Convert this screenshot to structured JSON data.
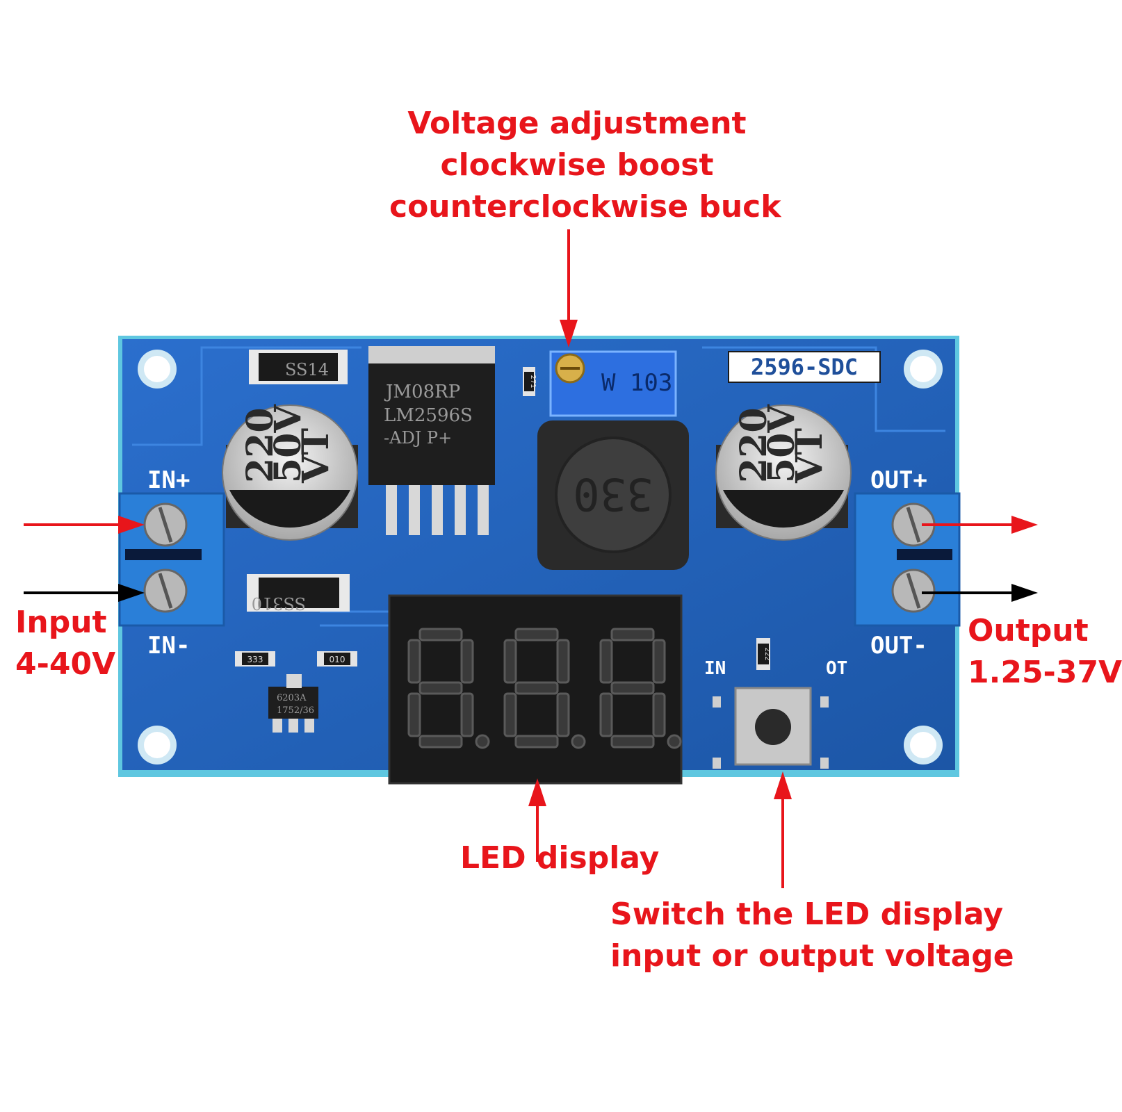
{
  "callouts": {
    "voltage_adjust": [
      "Voltage adjustment",
      "clockwise boost",
      "counterclockwise buck"
    ],
    "input": [
      "Input",
      "4-40V"
    ],
    "output": [
      "Output",
      "1.25-37V"
    ],
    "led_display": "LED display",
    "switch": [
      "Switch the  LED display",
      "input or output voltage"
    ]
  },
  "board": {
    "model_label": "2596-SDC",
    "in_plus": "IN+",
    "in_minus": "IN-",
    "out_plus": "OUT+",
    "out_minus": "OUT-",
    "led_in": "IN",
    "led_out": "OT"
  },
  "components": {
    "diode_top": "SS14",
    "diode_bottom": "SS310",
    "regulator": [
      "JM08RP",
      "LM2596S",
      "-ADJ    P+"
    ],
    "potentiometer": "W 103",
    "inductor": "330",
    "cap_left": [
      "220",
      "50V",
      "VT"
    ],
    "cap_right": [
      "220",
      "50V",
      "VT"
    ],
    "ldo": [
      "6203A",
      "1752/36"
    ],
    "res_333": "333",
    "res_010": "010",
    "res_222": "222",
    "res_271": "271"
  },
  "colors": {
    "annotation": "#e8151b",
    "arrow_black": "#000000",
    "pcb": "#1f5fb8",
    "terminal": "#2a7fd8"
  }
}
